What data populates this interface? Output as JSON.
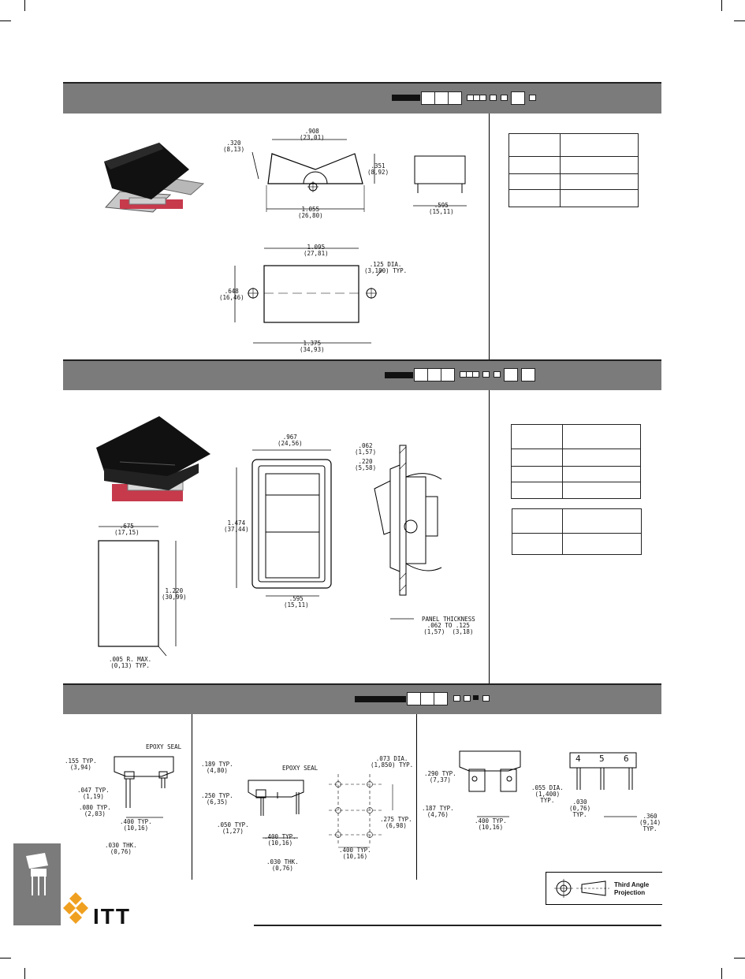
{
  "brand": {
    "name": "ITT"
  },
  "section1": {
    "dims": {
      "d1": ".320\n(8,13)",
      "d2": ".908\n(23,01)",
      "d3": ".351\n(8,92)",
      "d4": "1.055\n(26,80)",
      "d5": ".595\n(15,11)",
      "d6": "1.095\n(27,81)",
      "d7": ".125 DIA.\n(3,180) TYP.",
      "d8": ".648\n(16,46)",
      "d9": "1.375\n(34,93)"
    }
  },
  "section2": {
    "dims": {
      "d1": ".967\n(24,56)",
      "d2": "1.474\n(37,44)",
      "d3": ".595\n(15,11)",
      "d4": ".062\n(1,57)",
      "d5": ".220\n(5,58)",
      "d6": "PANEL THICKNESS\n.062 TO .125\n(1,57)  (3,18)",
      "d7": ".675\n(17,15)",
      "d8": "1.220\n(30,99)",
      "d9": ".005 R. MAX.\n(0,13) TYP."
    }
  },
  "section3": {
    "dims": {
      "a1": ".155 TYP.\n(3,94)",
      "a2": "EPOXY SEAL",
      "a3": ".047 TYP.\n(1,19)",
      "a4": ".080 TYP.\n(2,03)",
      "a5": ".400 TYP.\n(10,16)",
      "a6": ".030 THK.\n(0,76)",
      "b1": ".189 TYP.\n(4,80)",
      "b2": "EPOXY SEAL",
      "b3": ".250 TYP.\n(6,35)",
      "b4": ".050 TYP.\n(1,27)",
      "b5": ".400 TYP.\n(10,16)",
      "b6": ".030 THK.\n(0,76)",
      "b7": ".073 DIA.\n(1,850) TYP.",
      "b8": ".275 TYP.\n(6,98)",
      "b9": ".400 TYP.\n(10,16)",
      "c1": ".290 TYP.\n(7,37)",
      "c2": ".187 TYP.\n(4,76)",
      "c3": ".400 TYP.\n(10,16)",
      "c4": ".055 DIA.\n(1,400)\nTYP.",
      "c5": ".030\n(0,76)\nTYP.",
      "c6": ".360\n(9,14)\nTYP.",
      "terminals": [
        "4",
        "5",
        "6"
      ]
    }
  },
  "projection": {
    "line1": "Third Angle",
    "line2": "Projection"
  }
}
